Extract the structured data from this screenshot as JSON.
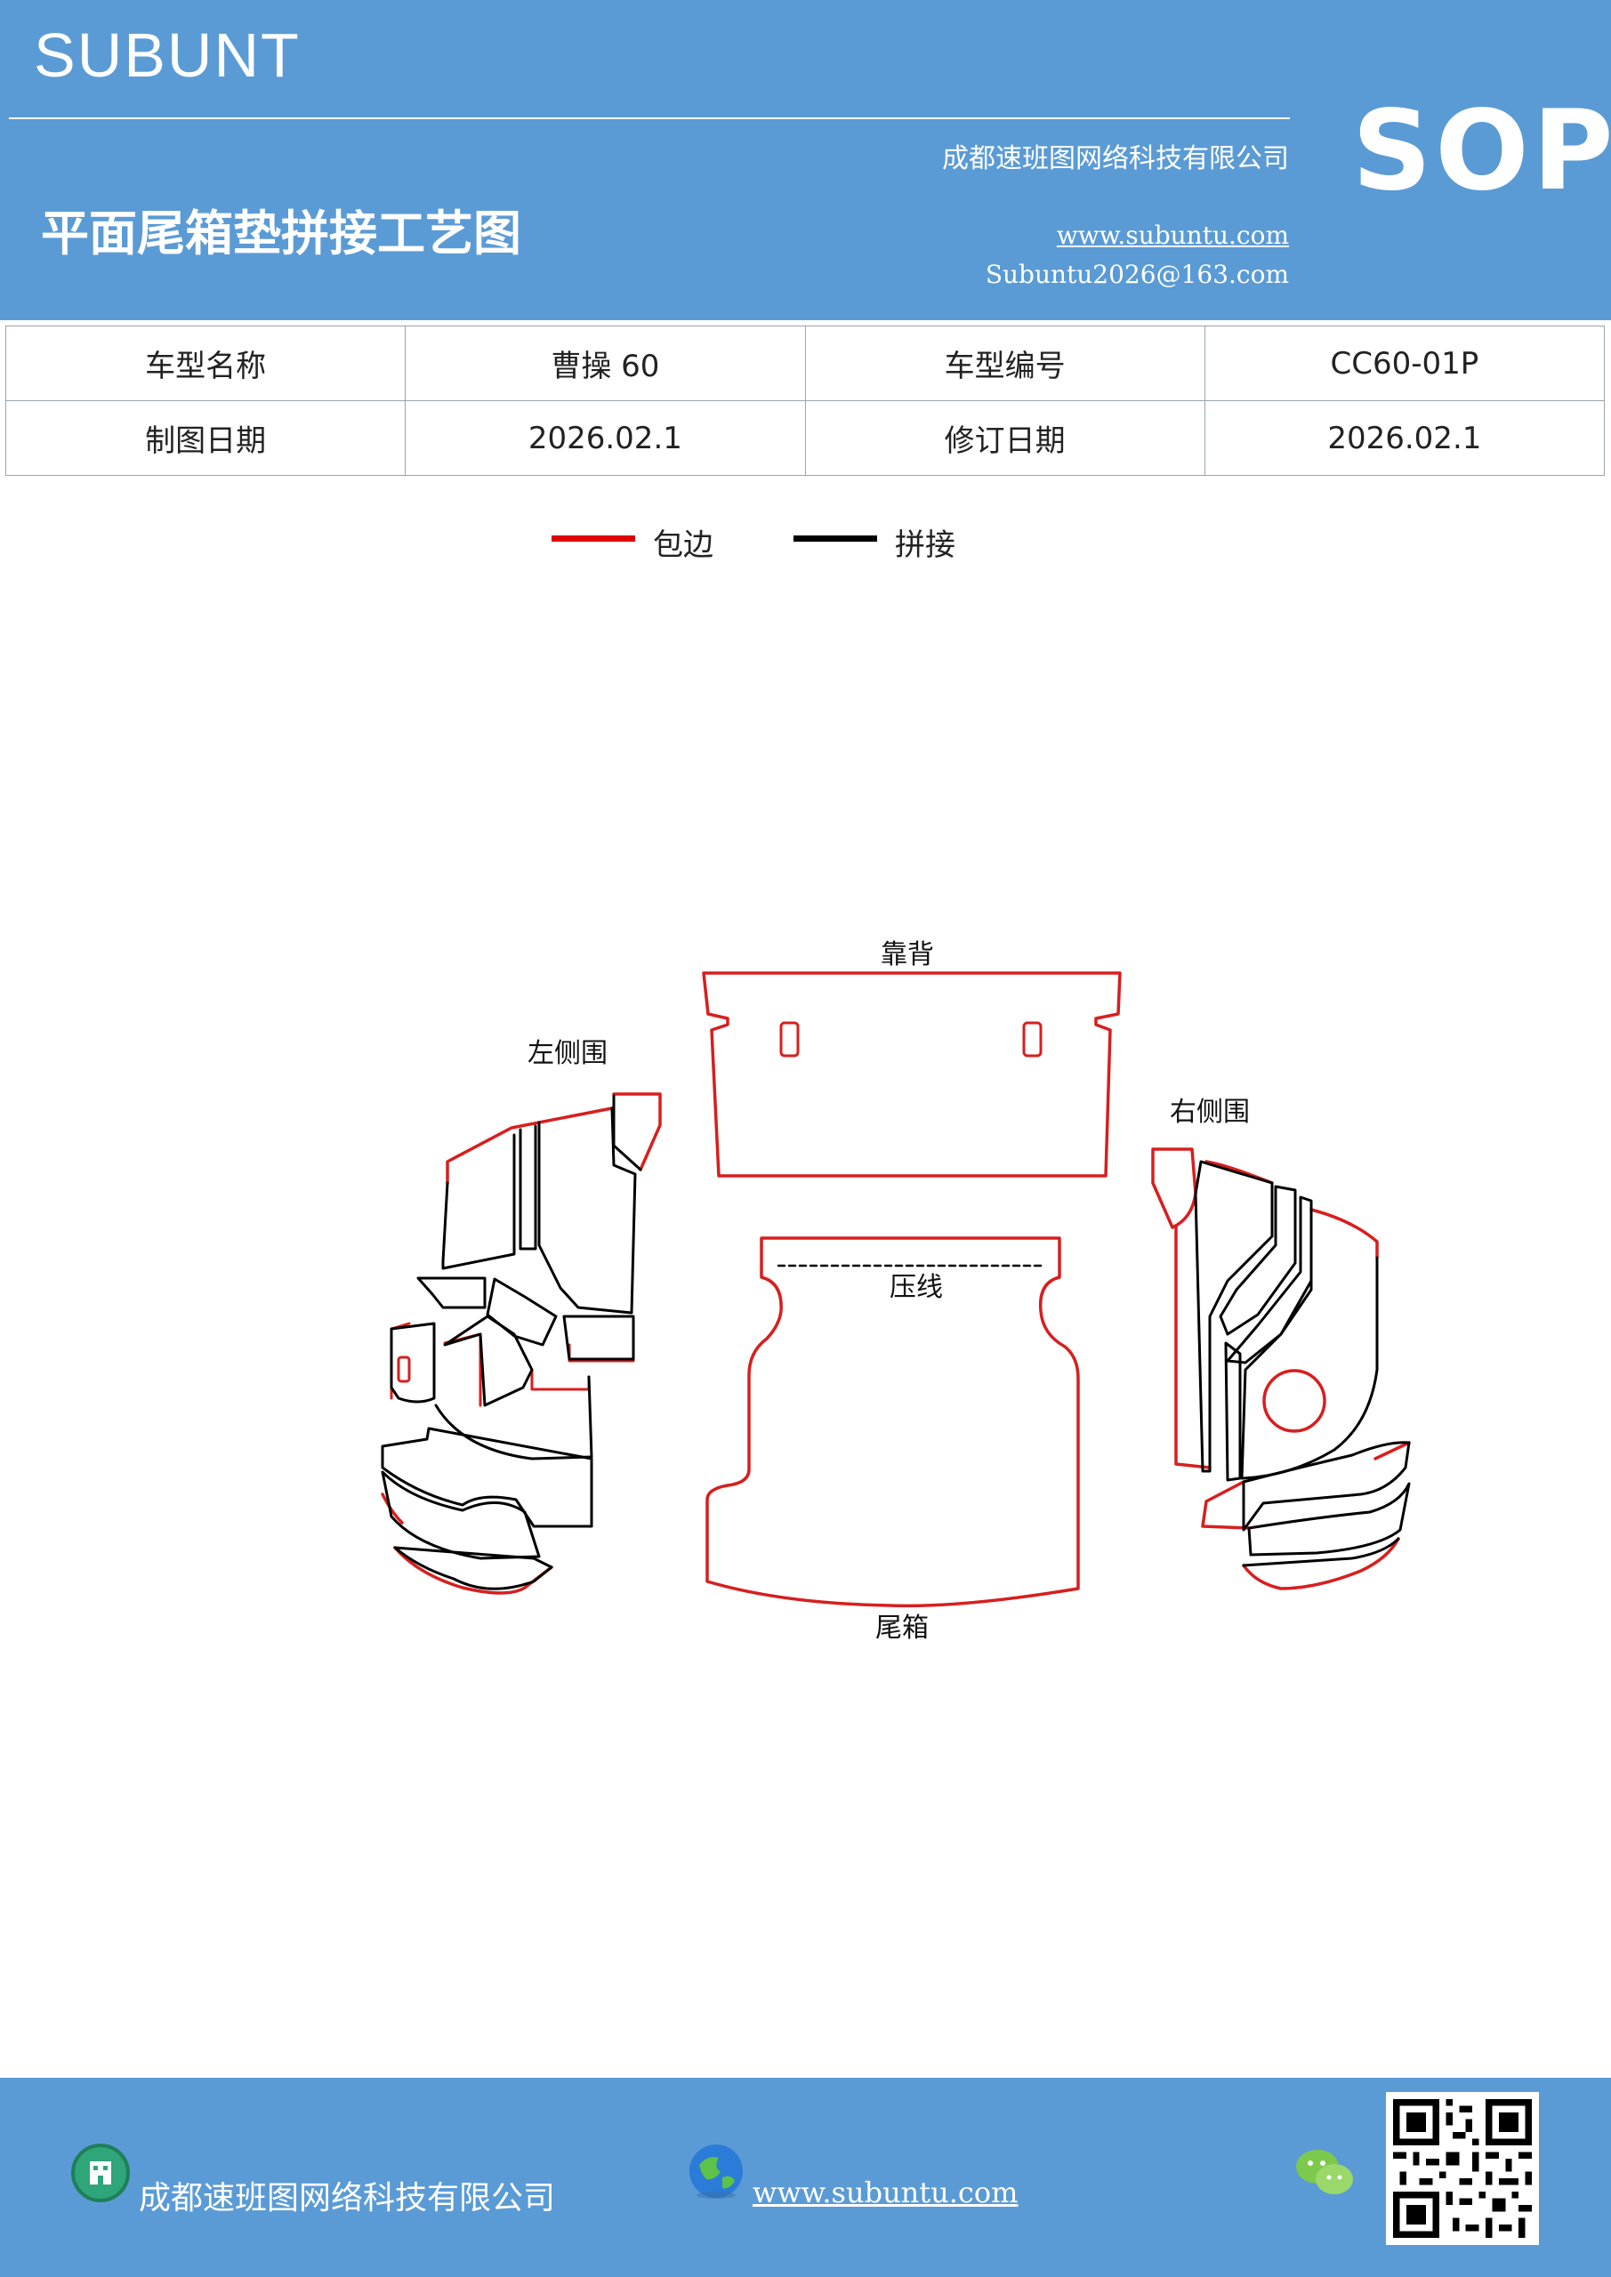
{
  "header": {
    "brand": "SUBUNT",
    "company": "成都速班图网络科技有限公司",
    "title": "平面尾箱垫拼接工艺图",
    "url": "www.subuntu.com",
    "email": "Subuntu2026@163.com",
    "badge": "SOP"
  },
  "info": {
    "model_name_label": "车型名称",
    "model_name_value": "曹操 60",
    "model_code_label": "车型编号",
    "model_code_value": "CC60-01P",
    "drawing_date_label": "制图日期",
    "drawing_date_value": "2026.02.1",
    "revision_date_label": "修订日期",
    "revision_date_value": "2026.02.1"
  },
  "legend": {
    "edge_label": "包边",
    "edge_color": "#e00000",
    "joint_label": "拼接",
    "joint_color": "#000000"
  },
  "diagram": {
    "back_label": "靠背",
    "left_side_label": "左侧围",
    "right_side_label": "右侧围",
    "crease_label": "压线",
    "trunk_label": "尾箱"
  },
  "footer": {
    "company": "成都速班图网络科技有限公司",
    "url": "www.subuntu.com"
  }
}
